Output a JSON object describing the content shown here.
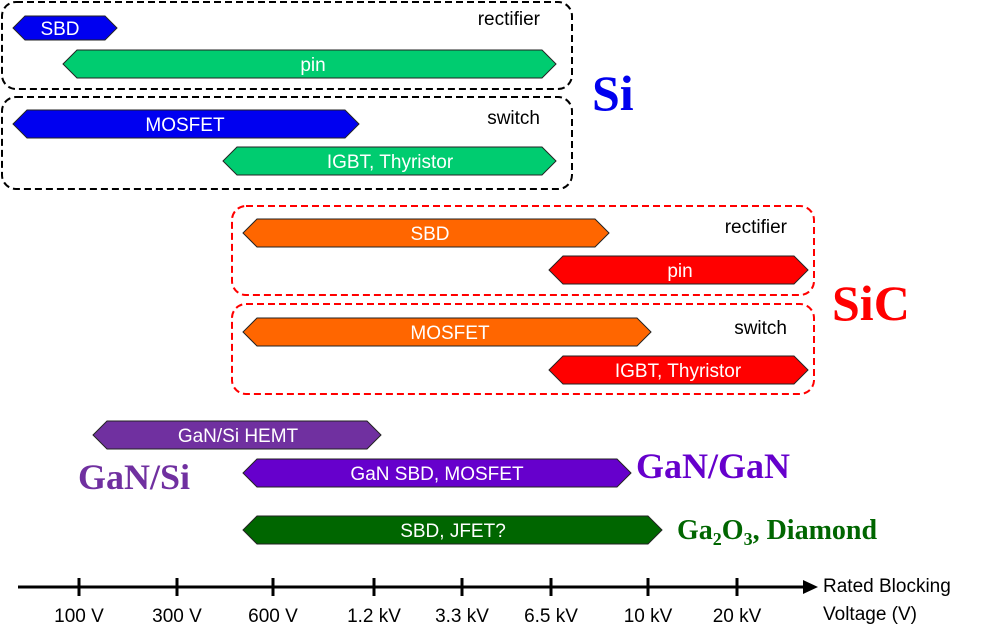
{
  "axis": {
    "title_line1": "Rated Blocking",
    "title_line2": "Voltage (V)",
    "ticks": [
      "100 V",
      "300 V",
      "600 V",
      "1.2 kV",
      "3.3 kV",
      "6.5 kV",
      "10 kV",
      "20 kV"
    ]
  },
  "groups": [
    {
      "id": "si-rectifier",
      "label": "rectifier",
      "style": "black"
    },
    {
      "id": "si-switch",
      "label": "switch",
      "style": "black"
    },
    {
      "id": "sic-rectifier",
      "label": "rectifier",
      "style": "red"
    },
    {
      "id": "sic-switch",
      "label": "switch",
      "style": "red"
    }
  ],
  "bars": [
    {
      "id": "si-sbd",
      "label": "SBD",
      "color": "#0000f0"
    },
    {
      "id": "si-pin",
      "label": "pin",
      "color": "#00cc70"
    },
    {
      "id": "si-mosfet",
      "label": "MOSFET",
      "color": "#0000f0"
    },
    {
      "id": "si-igbt",
      "label": "IGBT, Thyristor",
      "color": "#00cc70"
    },
    {
      "id": "sic-sbd",
      "label": "SBD",
      "color": "#ff6600"
    },
    {
      "id": "sic-pin",
      "label": "pin",
      "color": "#ff0000"
    },
    {
      "id": "sic-mosfet",
      "label": "MOSFET",
      "color": "#ff6600"
    },
    {
      "id": "sic-igbt",
      "label": "IGBT, Thyristor",
      "color": "#ff0000"
    },
    {
      "id": "gansi-hemt",
      "label": "GaN/Si HEMT",
      "color": "#7030a0"
    },
    {
      "id": "gangan-sbd-mosfet",
      "label": "GaN SBD, MOSFET",
      "color": "#6600cc"
    },
    {
      "id": "ga2o3-sbd-jfet",
      "label": "SBD, JFET?",
      "color": "#006600"
    }
  ],
  "materials": {
    "si": {
      "label": "Si",
      "color": "#0000ee"
    },
    "sic": {
      "label": "SiC",
      "color": "#ff0000"
    },
    "gansi": {
      "label": "GaN/Si",
      "color": "#7030a0"
    },
    "gangan": {
      "label": "GaN/GaN",
      "color": "#6600cc"
    },
    "ga2o3": {
      "label_ga": "Ga",
      "label_sub1": "2",
      "label_o": "O",
      "label_sub2": "3",
      "label_rest": ", Diamond",
      "color": "#006600"
    }
  }
}
